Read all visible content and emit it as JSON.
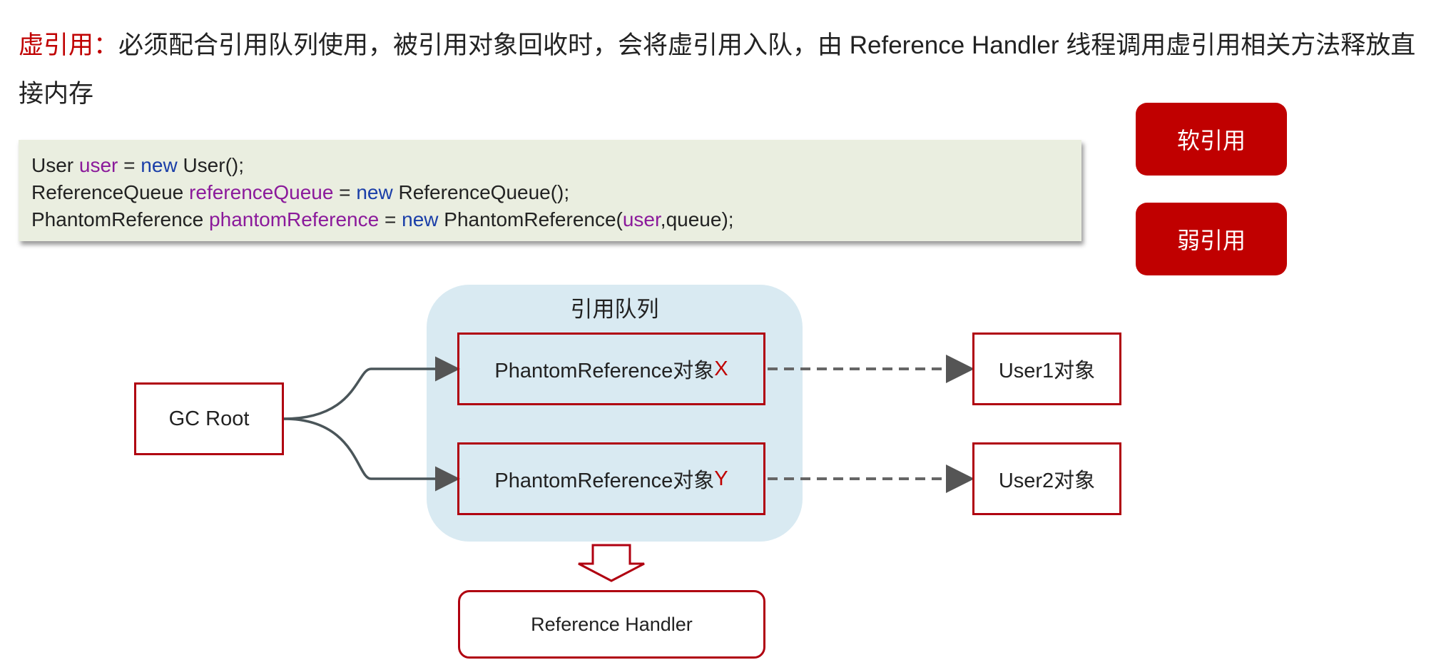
{
  "heading": {
    "term": "虚引用：",
    "text": "必须配合引用队列使用，被引用对象回收时，会将虚引用入队，由 Reference Handler 线程调用虚引用相关方法释放直接内存"
  },
  "code": {
    "line1": {
      "t1": "User ",
      "v1": "user",
      "t2": " = ",
      "k1": "new",
      "t3": " User();"
    },
    "line2": {
      "t1": "ReferenceQueue ",
      "v1": "referenceQueue",
      "t2": " = ",
      "k1": "new",
      "t3": " ReferenceQueue();"
    },
    "line3": {
      "t1": "PhantomReference ",
      "v1": "phantomReference",
      "t2": " = ",
      "k1": "new",
      "t3": " PhantomReference(",
      "v2": "user",
      "t4": ",queue);"
    }
  },
  "buttons": {
    "soft": "软引用",
    "weak": "弱引用"
  },
  "diagram": {
    "queue_title": "引用队列",
    "gc_root": "GC Root",
    "phantom_x": {
      "label": "PhantomReference对象",
      "suffix": "X"
    },
    "phantom_y": {
      "label": "PhantomReference对象",
      "suffix": "Y"
    },
    "user1": "User1对象",
    "user2": "User2对象",
    "handler": "Reference Handler"
  },
  "colors": {
    "accent": "#c00000",
    "queue_bg": "#d9eaf2",
    "code_bg": "#eaeee0"
  }
}
